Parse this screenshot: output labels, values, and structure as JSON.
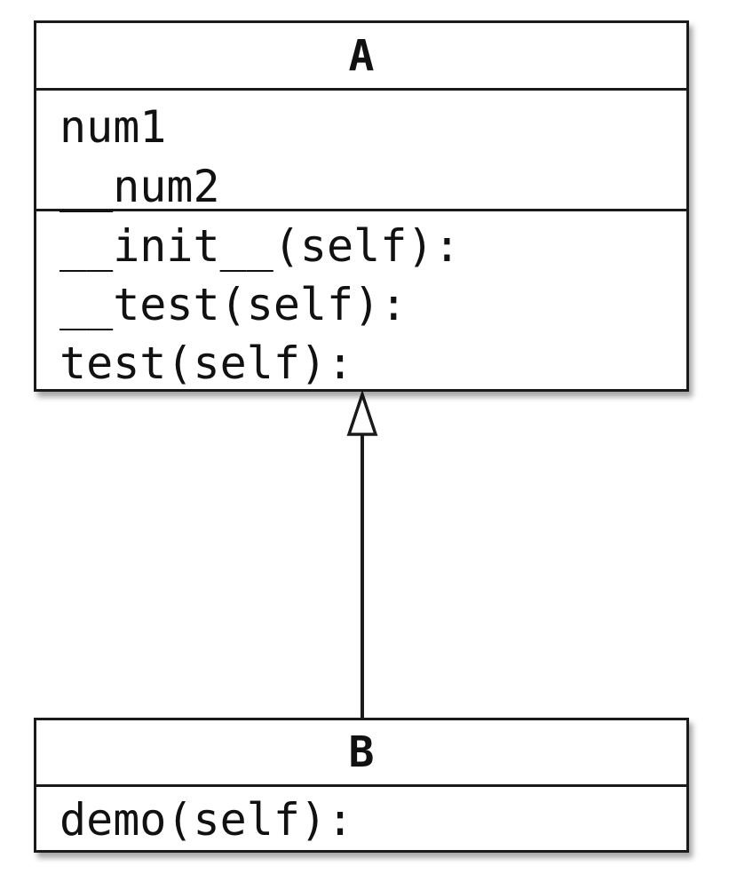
{
  "diagram": {
    "type": "uml-class-diagram",
    "relationship": "generalization",
    "classes": [
      {
        "name": "A",
        "attributes": [
          "num1",
          "__num2"
        ],
        "operations": [
          "__init__(self):",
          "__test(self):",
          "test(self):"
        ]
      },
      {
        "name": "B",
        "attributes": [],
        "operations": [
          "demo(self):"
        ]
      }
    ]
  }
}
